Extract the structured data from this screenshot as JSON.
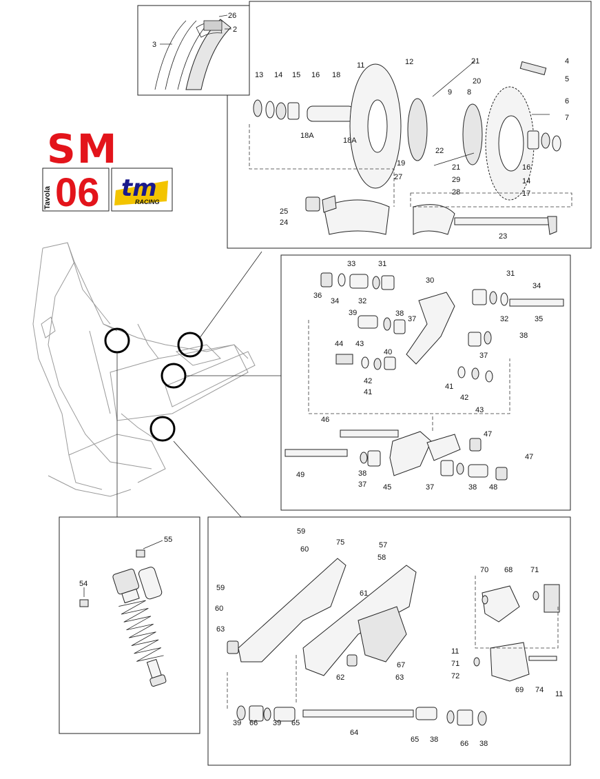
{
  "header": {
    "model": "SM",
    "tavola_label": "Tavola",
    "tavola_number": "06",
    "brand_logo": "tm",
    "brand_sub": "RACING",
    "model_color": "#e3141b",
    "brand_color": "#1a1a8c"
  },
  "icons": {
    "frame_overview": "motorcycle-frame-outline",
    "detail_circles": "magnifier-circle"
  },
  "panels": {
    "tyre_detail": {
      "labels": [
        "26",
        "2",
        "3"
      ]
    },
    "rear_wheel": {
      "labels": [
        "13",
        "14",
        "15",
        "16",
        "18",
        "11",
        "12",
        "21",
        "20",
        "4",
        "5",
        "9",
        "8",
        "6",
        "7",
        "18A",
        "18A",
        "19",
        "22",
        "21",
        "16",
        "14",
        "17",
        "27",
        "29",
        "28",
        "25",
        "24",
        "23"
      ]
    },
    "linkage": {
      "labels": [
        "33",
        "31",
        "30",
        "31",
        "34",
        "36",
        "34",
        "32",
        "32",
        "35",
        "39",
        "38",
        "37",
        "38",
        "44",
        "43",
        "40",
        "37",
        "42",
        "41",
        "41",
        "42",
        "43",
        "46",
        "47",
        "49",
        "38",
        "37",
        "45",
        "37",
        "38",
        "48",
        "47"
      ]
    },
    "shock": {
      "labels": [
        "55",
        "54"
      ]
    },
    "swingarm": {
      "labels": [
        "59",
        "75",
        "57",
        "60",
        "58",
        "59",
        "61",
        "70",
        "68",
        "71",
        "60",
        "63",
        "67",
        "62",
        "63",
        "11",
        "71",
        "72",
        "69",
        "74",
        "11",
        "39",
        "66",
        "39",
        "65",
        "64",
        "65",
        "38",
        "66",
        "38"
      ]
    }
  }
}
